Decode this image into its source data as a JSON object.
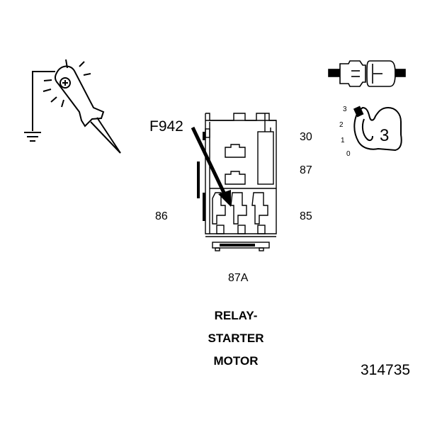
{
  "callout": "F942",
  "pins": {
    "p30": "30",
    "p87": "87",
    "p86": "86",
    "p85": "85",
    "p87a": "87A"
  },
  "title": {
    "line1": "RELAY-",
    "line2": "STARTER",
    "line3": "MOTOR"
  },
  "reference": "314735",
  "ignition": {
    "positions": [
      "3",
      "2",
      "1",
      "0"
    ],
    "selected": "3"
  },
  "icons": {
    "probe": "test-lamp-probe-icon",
    "ground": "ground-symbol-icon",
    "connector": "connector-icon",
    "key": "ignition-key-icon"
  }
}
